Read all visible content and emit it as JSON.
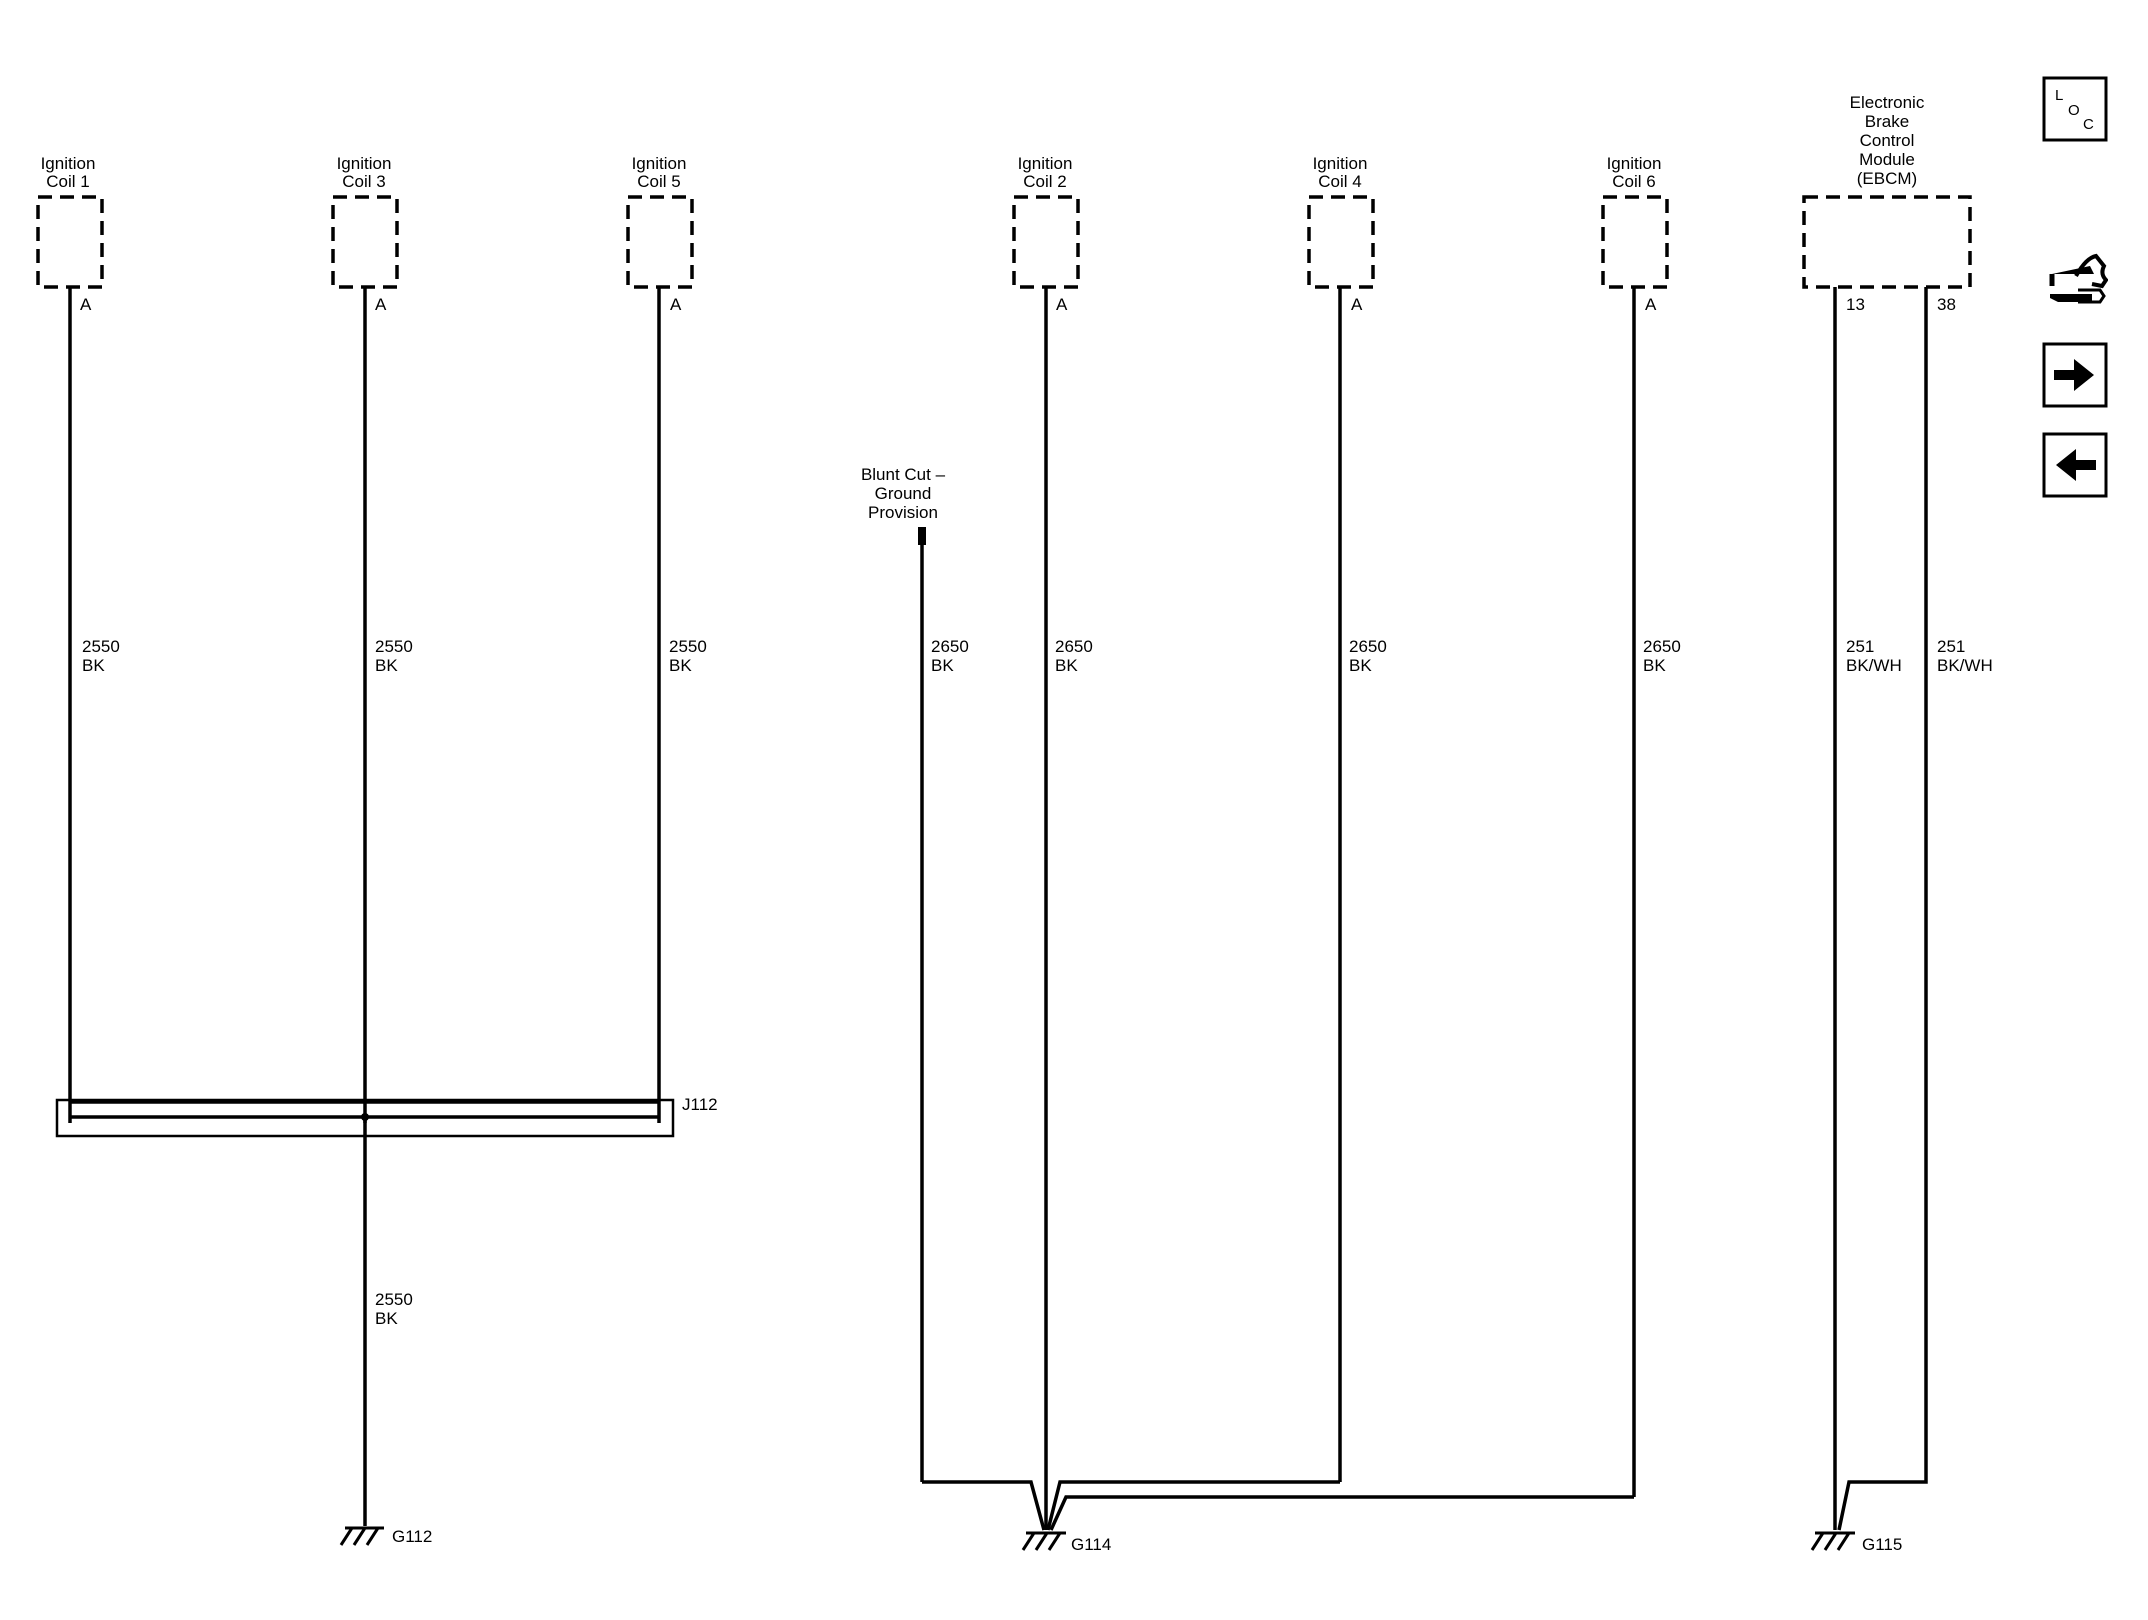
{
  "components": {
    "coil1": {
      "l1": "Ignition",
      "l2": "Coil 1",
      "pin": "A"
    },
    "coil3": {
      "l1": "Ignition",
      "l2": "Coil 3",
      "pin": "A"
    },
    "coil5": {
      "l1": "Ignition",
      "l2": "Coil 5",
      "pin": "A"
    },
    "coil2": {
      "l1": "Ignition",
      "l2": "Coil 2",
      "pin": "A"
    },
    "coil4": {
      "l1": "Ignition",
      "l2": "Coil 4",
      "pin": "A"
    },
    "coil6": {
      "l1": "Ignition",
      "l2": "Coil 6",
      "pin": "A"
    },
    "ebcm": {
      "l1": "Electronic",
      "l2": "Brake",
      "l3": "Control",
      "l4": "Module",
      "l5": "(EBCM)",
      "pin_a": "13",
      "pin_b": "38"
    },
    "blunt_cut": {
      "l1": "Blunt Cut –",
      "l2": "Ground",
      "l3": "Provision"
    }
  },
  "wires": {
    "w_coil1": {
      "circuit": "2550",
      "color": "BK"
    },
    "w_coil3": {
      "circuit": "2550",
      "color": "BK"
    },
    "w_coil5": {
      "circuit": "2550",
      "color": "BK"
    },
    "w_g112": {
      "circuit": "2550",
      "color": "BK"
    },
    "w_blunt": {
      "circuit": "2650",
      "color": "BK"
    },
    "w_coil2": {
      "circuit": "2650",
      "color": "BK"
    },
    "w_coil4": {
      "circuit": "2650",
      "color": "BK"
    },
    "w_coil6": {
      "circuit": "2650",
      "color": "BK"
    },
    "w_ebcm13": {
      "circuit": "251",
      "color": "BK/WH"
    },
    "w_ebcm38": {
      "circuit": "251",
      "color": "BK/WH"
    }
  },
  "splice": {
    "label": "J112"
  },
  "grounds": {
    "g112": "G112",
    "g114": "G114",
    "g115": "G115"
  },
  "toolbar": {
    "loc": {
      "l": "L",
      "o": "O",
      "c": "C"
    },
    "icons": [
      "loc-icon",
      "connector-icon",
      "next-arrow-icon",
      "previous-arrow-icon"
    ]
  }
}
